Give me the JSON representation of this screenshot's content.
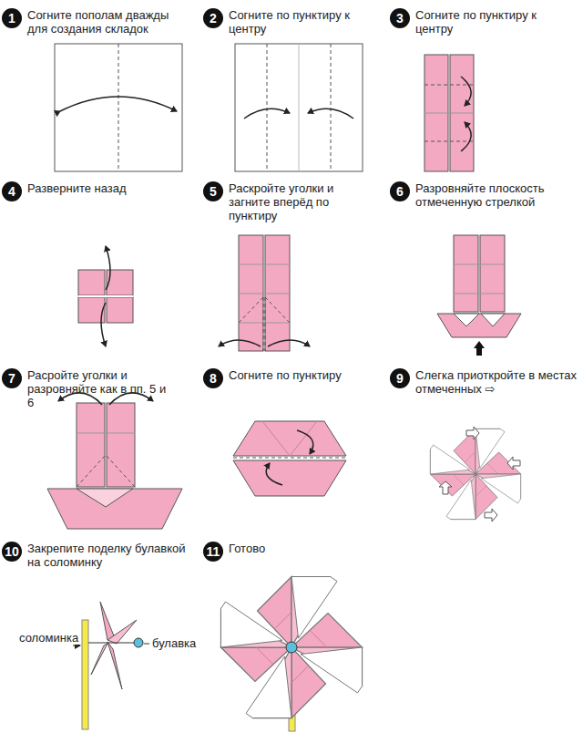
{
  "diagram": {
    "nodes": [
      {
        "text": [
          "1",
          "Согните пополам дважды для создания складок"
        ]
      },
      {
        "text": [
          "2",
          "Согните по пунктиру к центру"
        ]
      },
      {
        "text": [
          "3",
          "Согните по пунктиру к центру"
        ]
      },
      {
        "text": [
          "4",
          "Разверните назад"
        ]
      },
      {
        "text": [
          "5",
          "Раскройте уголки и загните вперёд по пунктиру"
        ]
      },
      {
        "text": [
          "6",
          "Разровняйте плоскость отмеченную стрелкой"
        ]
      },
      {
        "text": [
          "7",
          "Расройте уголки и разровняйте как в пп. 5 и 6"
        ]
      },
      {
        "text": [
          "8",
          "Согните по пунктиру"
        ]
      },
      {
        "text": [
          "9",
          "Слегка приоткройте в местах отмеченных ⇨"
        ]
      },
      {
        "text": [
          "10",
          "Закрепите поделку булавкой на соломинку"
        ]
      },
      {
        "text": [
          "11",
          "Готово"
        ]
      }
    ],
    "labels": [
      "соломинка",
      "булавка"
    ]
  }
}
